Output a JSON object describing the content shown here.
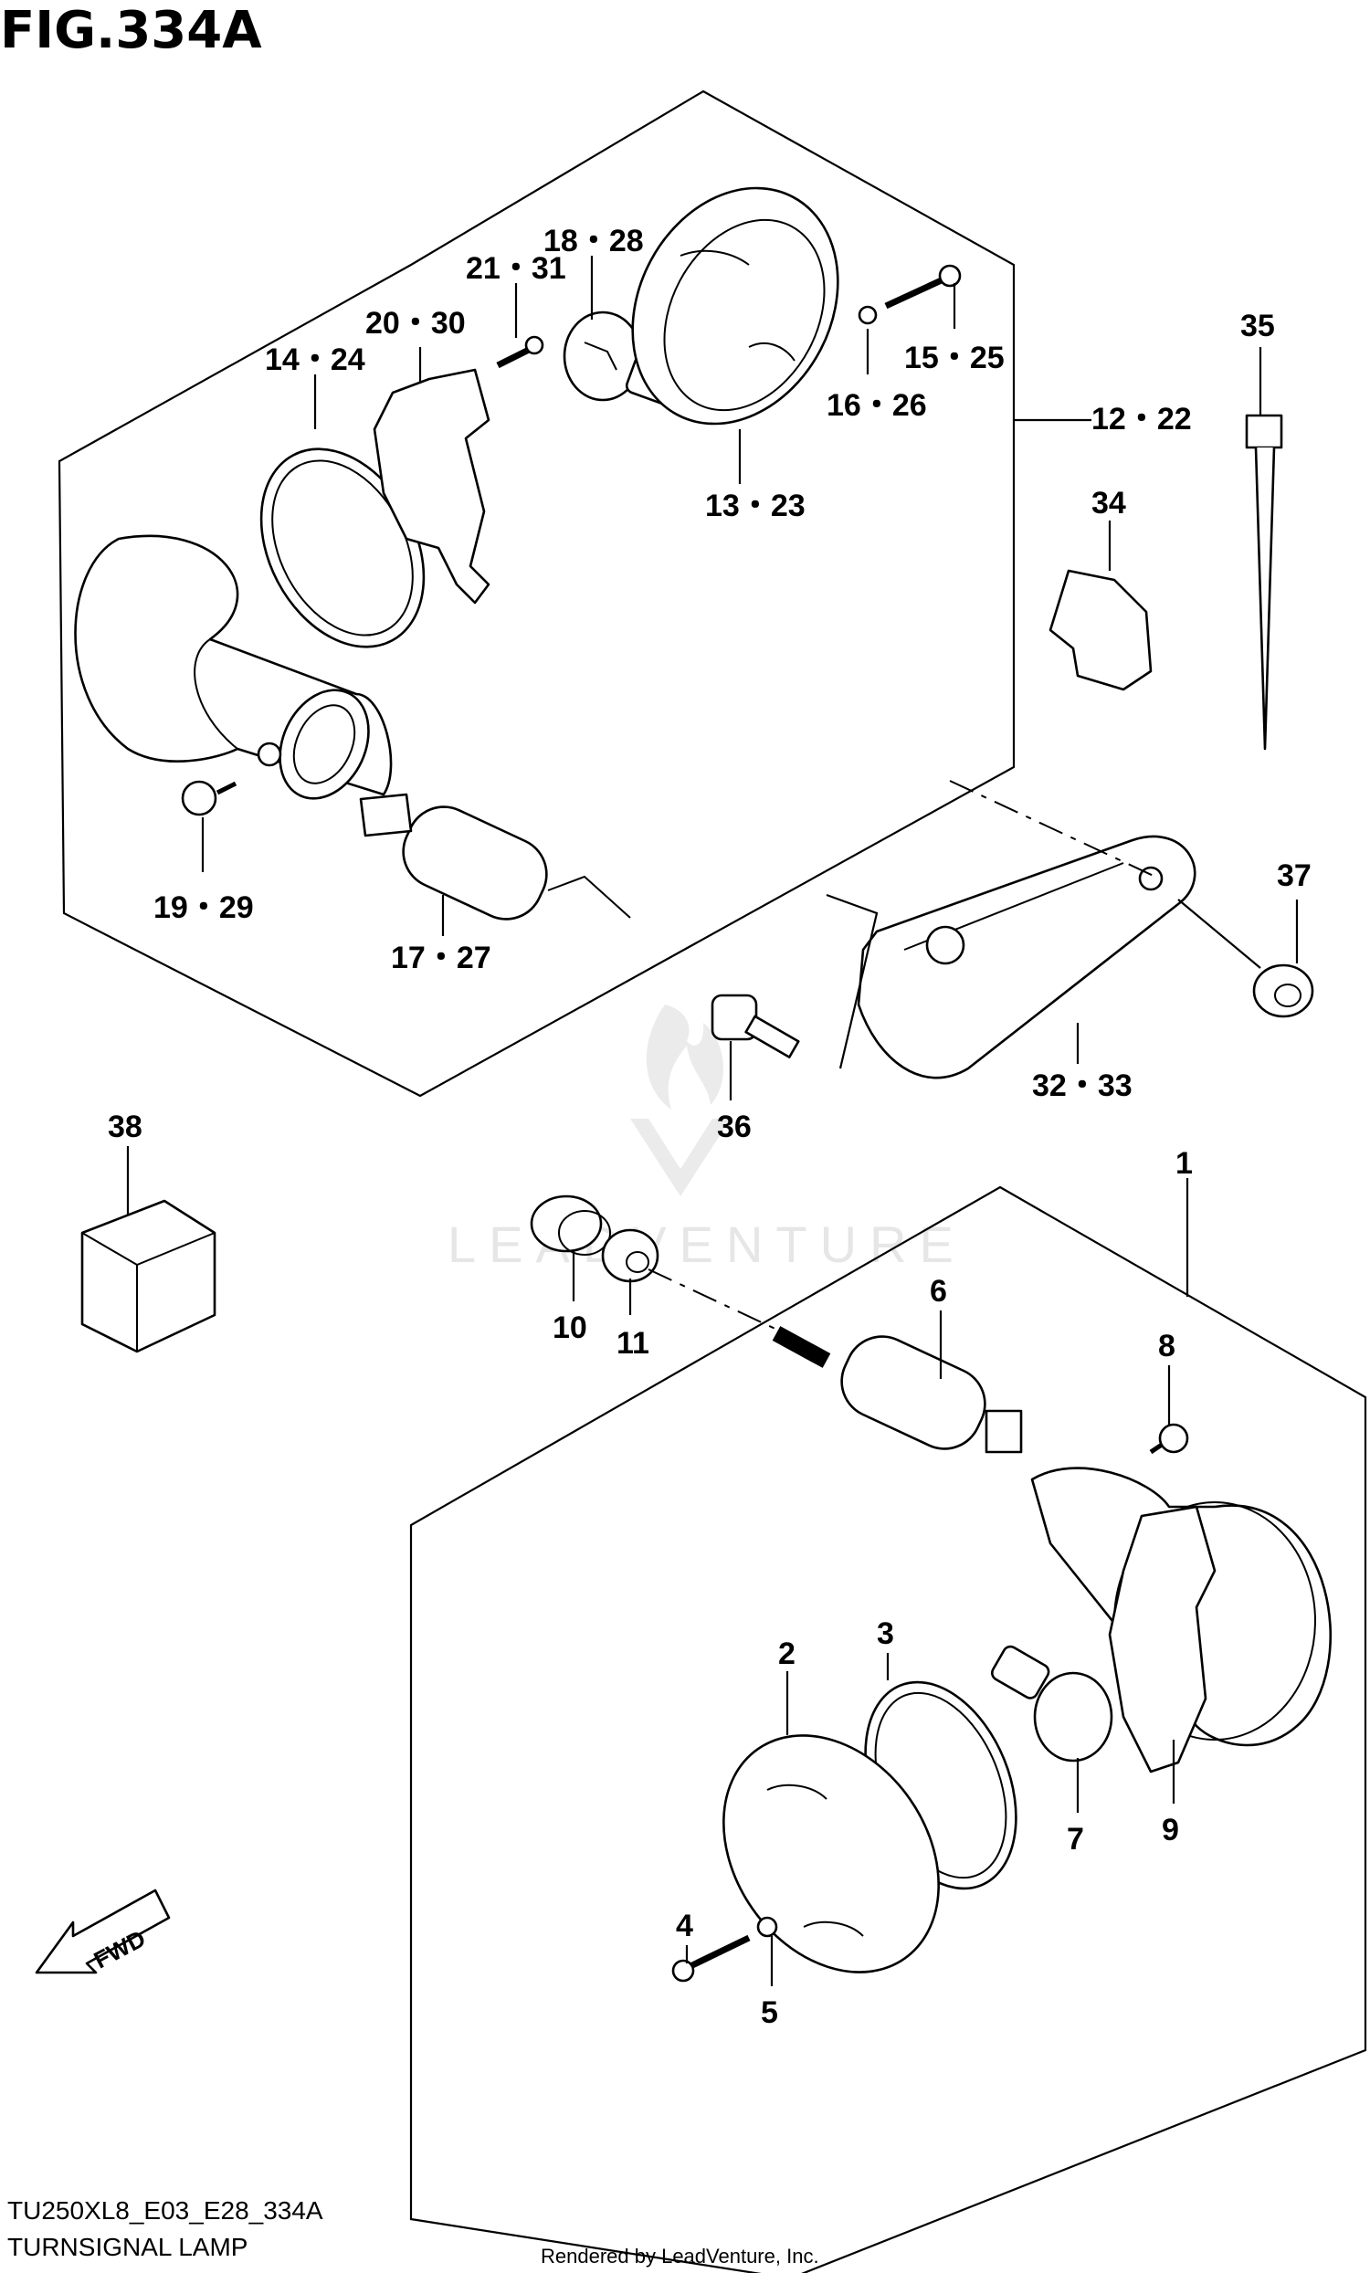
{
  "figure": {
    "title": "FIG.334A",
    "model_code": "TU250XL8_E03_E28_334A",
    "section_name": "TURNSIGNAL LAMP",
    "credit": "Rendered by LeadVenture, Inc.",
    "watermark": "LEADVENTURE",
    "direction_label": "FWD"
  },
  "callouts": {
    "c1": "1",
    "c2": "2",
    "c3": "3",
    "c4": "4",
    "c5": "5",
    "c6": "6",
    "c7": "7",
    "c8": "8",
    "c9": "9",
    "c10": "10",
    "c11": "11",
    "c12_22": "12・22",
    "c13_23": "13・23",
    "c14_24": "14・24",
    "c15_25": "15・25",
    "c16_26": "16・26",
    "c17_27": "17・27",
    "c18_28": "18・28",
    "c19_29": "19・29",
    "c20_30": "20・30",
    "c21_31": "21・31",
    "c32_33": "32・33",
    "c34": "34",
    "c35": "35",
    "c36": "36",
    "c37": "37",
    "c38": "38"
  }
}
